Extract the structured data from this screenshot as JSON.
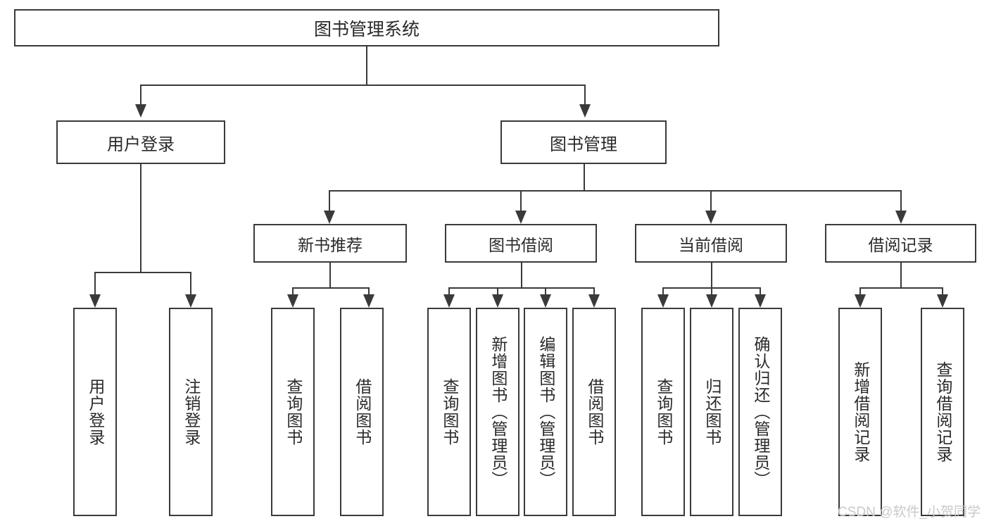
{
  "diagram": {
    "title": "图书管理系统",
    "type": "hierarchy-tree",
    "root": {
      "label": "图书管理系统"
    },
    "level2": [
      {
        "label": "用户登录"
      },
      {
        "label": "图书管理"
      }
    ],
    "level3": [
      {
        "label": "新书推荐"
      },
      {
        "label": "图书借阅"
      },
      {
        "label": "当前借阅"
      },
      {
        "label": "借阅记录"
      }
    ],
    "leaves": {
      "user_login": [
        {
          "label": "用户登录"
        },
        {
          "label": "注销登录"
        }
      ],
      "new_book_recommend": [
        {
          "label": "查询图书"
        },
        {
          "label": "借阅图书"
        }
      ],
      "book_borrow": [
        {
          "label": "查询图书"
        },
        {
          "label": "新增图书（管理员）"
        },
        {
          "label": "编辑图书（管理员）"
        },
        {
          "label": "借阅图书"
        }
      ],
      "current_borrow": [
        {
          "label": "查询图书"
        },
        {
          "label": "归还图书"
        },
        {
          "label": "确认归还（管理员）"
        }
      ],
      "borrow_record": [
        {
          "label": "新增借阅记录"
        },
        {
          "label": "查询借阅记录"
        }
      ]
    }
  },
  "watermark": {
    "text": "CSDN @软件_小贺同学"
  },
  "colors": {
    "stroke": "#3a3a3a",
    "text": "#2a2a2a",
    "background": "#ffffff",
    "watermark": "#c9c9c9"
  }
}
